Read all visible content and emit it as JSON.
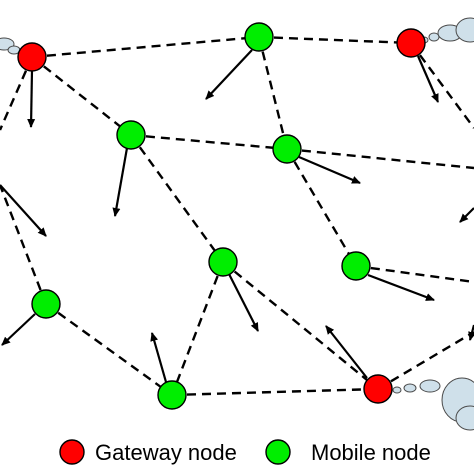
{
  "colors": {
    "gateway": "#ff0000",
    "mobile": "#00ee00",
    "link": "#000000",
    "cloud": "#cfe0ea"
  },
  "icons": {
    "gateway": "red-circle",
    "mobile": "green-circle",
    "cloud": "cloud-shape",
    "motion": "arrow"
  },
  "legend": {
    "gateway_label": "Gateway node",
    "mobile_label": "Mobile node"
  }
}
